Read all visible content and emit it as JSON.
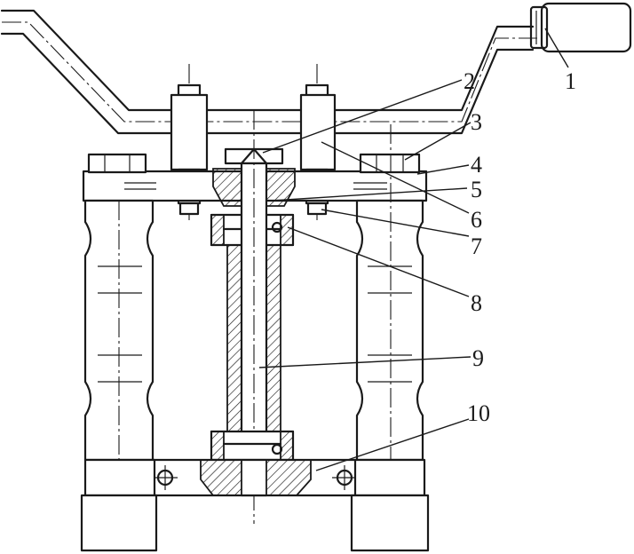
{
  "diagram": {
    "callouts": [
      {
        "id": "1",
        "label": "1"
      },
      {
        "id": "2",
        "label": "2"
      },
      {
        "id": "3",
        "label": "3"
      },
      {
        "id": "4",
        "label": "4"
      },
      {
        "id": "5",
        "label": "5"
      },
      {
        "id": "6",
        "label": "6"
      },
      {
        "id": "7",
        "label": "7"
      },
      {
        "id": "8",
        "label": "8"
      },
      {
        "id": "9",
        "label": "9"
      },
      {
        "id": "10",
        "label": "10"
      }
    ],
    "colors": {
      "line": "#1a1a1a",
      "background": "#ffffff"
    }
  }
}
